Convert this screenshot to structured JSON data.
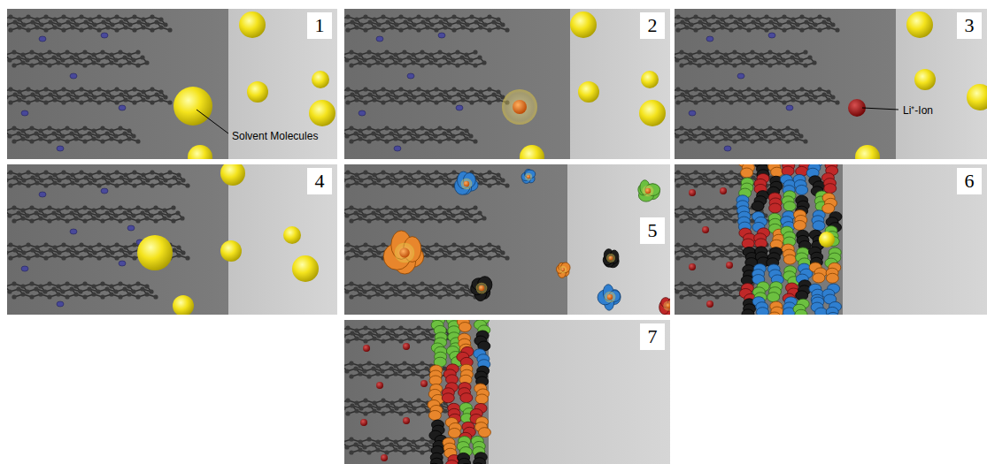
{
  "diagram": {
    "labels": [
      "1",
      "Solvent Molecules",
      "2",
      "3",
      "Li⁺-Ion",
      "4",
      "5",
      "6",
      "7"
    ]
  }
}
